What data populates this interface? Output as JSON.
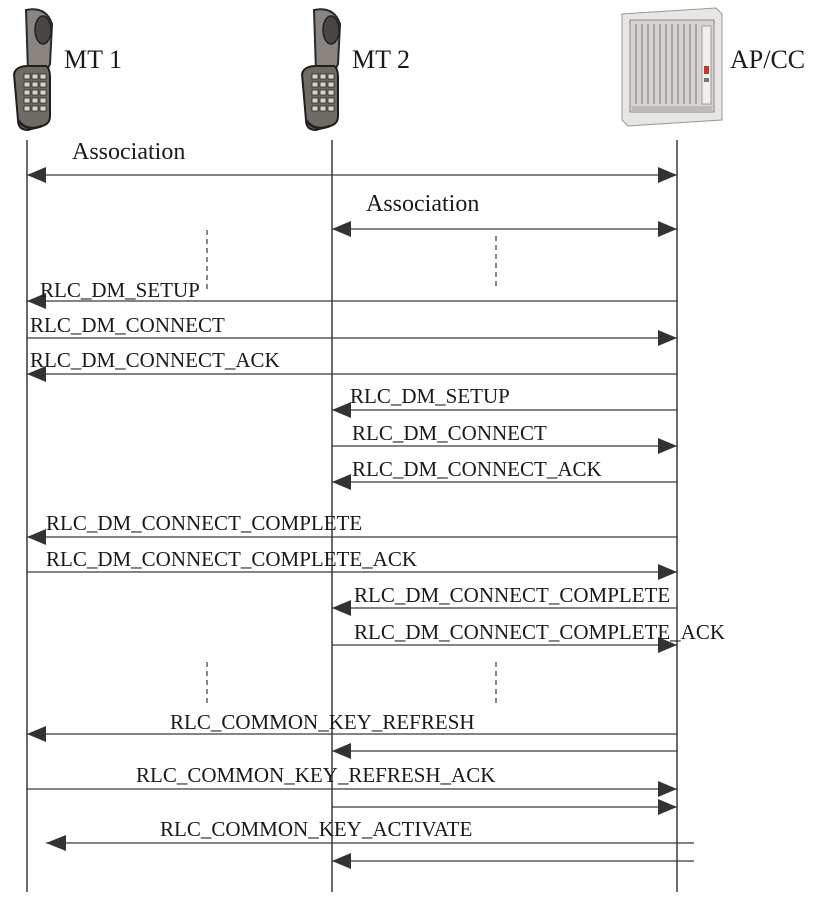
{
  "entities": [
    {
      "id": "mt1",
      "label": "MT 1",
      "icon": "mobile-phone-icon"
    },
    {
      "id": "mt2",
      "label": "MT 2",
      "icon": "mobile-phone-icon"
    },
    {
      "id": "ap",
      "label": "AP/CC",
      "icon": "base-station-rack-icon"
    }
  ],
  "messages": [
    {
      "name": "association-mt1",
      "label": "Association",
      "from": "mt1",
      "to": "ap",
      "bidirectional": true
    },
    {
      "name": "association-mt2",
      "label": "Association",
      "from": "mt2",
      "to": "ap",
      "bidirectional": true
    },
    {
      "name": "mt1-setup",
      "label": "RLC_DM_SETUP",
      "from": "ap",
      "to": "mt1"
    },
    {
      "name": "mt1-connect",
      "label": "RLC_DM_CONNECT",
      "from": "mt1",
      "to": "ap"
    },
    {
      "name": "mt1-connect-ack",
      "label": "RLC_DM_CONNECT_ACK",
      "from": "ap",
      "to": "mt1"
    },
    {
      "name": "mt2-setup",
      "label": "RLC_DM_SETUP",
      "from": "ap",
      "to": "mt2"
    },
    {
      "name": "mt2-connect",
      "label": "RLC_DM_CONNECT",
      "from": "mt2",
      "to": "ap"
    },
    {
      "name": "mt2-connect-ack",
      "label": "RLC_DM_CONNECT_ACK",
      "from": "ap",
      "to": "mt2"
    },
    {
      "name": "mt1-connect-complete",
      "label": "RLC_DM_CONNECT_COMPLETE",
      "from": "ap",
      "to": "mt1"
    },
    {
      "name": "mt1-connect-complete-ack",
      "label": "RLC_DM_CONNECT_COMPLETE_ACK",
      "from": "mt1",
      "to": "ap"
    },
    {
      "name": "mt2-connect-complete",
      "label": "RLC_DM_CONNECT_COMPLETE",
      "from": "ap",
      "to": "mt2"
    },
    {
      "name": "mt2-connect-complete-ack",
      "label": "RLC_DM_CONNECT_COMPLETE_ACK",
      "from": "mt2",
      "to": "ap"
    },
    {
      "name": "key-refresh-mt1",
      "label": "RLC_COMMON_KEY_REFRESH",
      "from": "ap",
      "to": "mt1"
    },
    {
      "name": "key-refresh-mt2",
      "label": "",
      "from": "ap",
      "to": "mt2"
    },
    {
      "name": "key-refresh-ack-mt1",
      "label": "RLC_COMMON_KEY_REFRESH_ACK",
      "from": "mt1",
      "to": "ap"
    },
    {
      "name": "key-refresh-ack-mt2",
      "label": "",
      "from": "mt2",
      "to": "ap"
    },
    {
      "name": "key-activate-mt1",
      "label": "RLC_COMMON_KEY_ACTIVATE",
      "from": "ap",
      "to": "mt1"
    },
    {
      "name": "key-activate-mt2",
      "label": "",
      "from": "ap",
      "to": "mt2"
    }
  ]
}
